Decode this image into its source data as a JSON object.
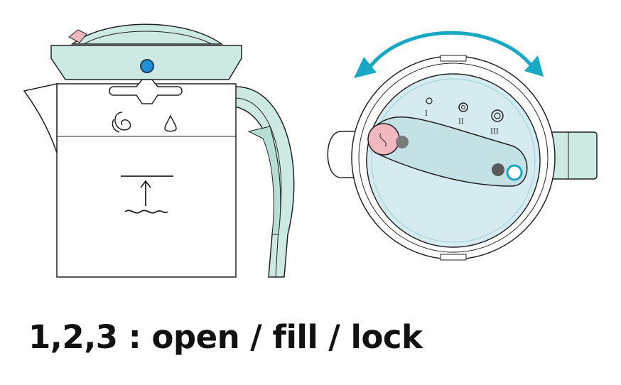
{
  "caption": "1,2,3 : open / fill / lock",
  "lid_marks": [
    "I",
    "II",
    "III"
  ],
  "colors": {
    "mint": "#cde9e4",
    "mint_dark": "#b6ddd6",
    "lid_top": "#d5ebef",
    "arrow": "#18a8c4",
    "pink": "#f2b8c0",
    "dot_blue": "#1f8fd6",
    "dot_gray": "#7b7b7b",
    "outline": "#222222"
  }
}
